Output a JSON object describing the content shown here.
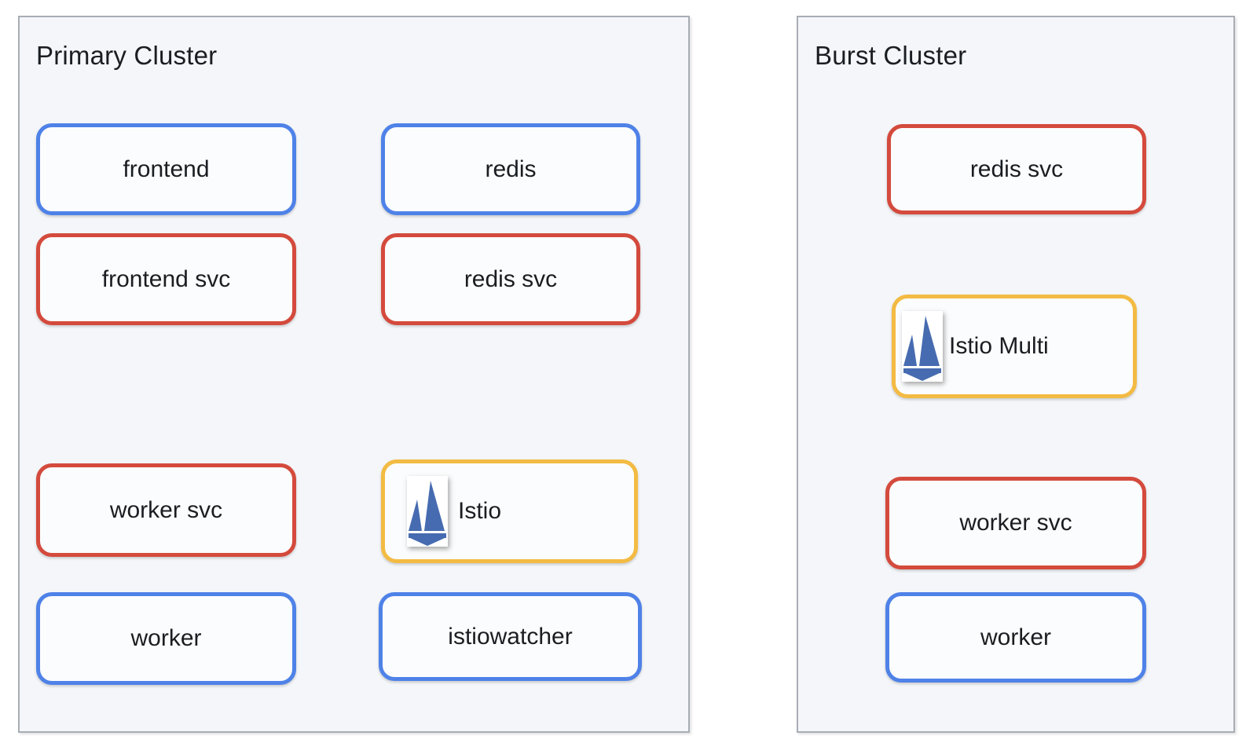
{
  "colors": {
    "blue": "#4f82e8",
    "red": "#d44a3d",
    "yellow": "#f3bb43",
    "istio_blue": "#466bb0",
    "cluster_bg": "#f4f6f9",
    "cluster_border": "#a8adb5",
    "box_bg": "#fbfcfd",
    "text": "#1a1d21"
  },
  "clusters": [
    {
      "title": "Primary Cluster",
      "nodes": [
        {
          "label": "frontend",
          "color": "blue"
        },
        {
          "label": "redis",
          "color": "blue"
        },
        {
          "label": "frontend svc",
          "color": "red"
        },
        {
          "label": "redis svc",
          "color": "red"
        },
        {
          "label": "worker svc",
          "color": "red"
        },
        {
          "label": "Istio",
          "color": "yellow",
          "icon": "istio-sailboat-icon"
        },
        {
          "label": "worker",
          "color": "blue"
        },
        {
          "label": "istiowatcher",
          "color": "blue"
        }
      ]
    },
    {
      "title": "Burst Cluster",
      "nodes": [
        {
          "label": "redis svc",
          "color": "red"
        },
        {
          "label": "Istio Multi",
          "color": "yellow",
          "icon": "istio-sailboat-icon"
        },
        {
          "label": "worker svc",
          "color": "red"
        },
        {
          "label": "worker",
          "color": "blue"
        }
      ]
    }
  ]
}
